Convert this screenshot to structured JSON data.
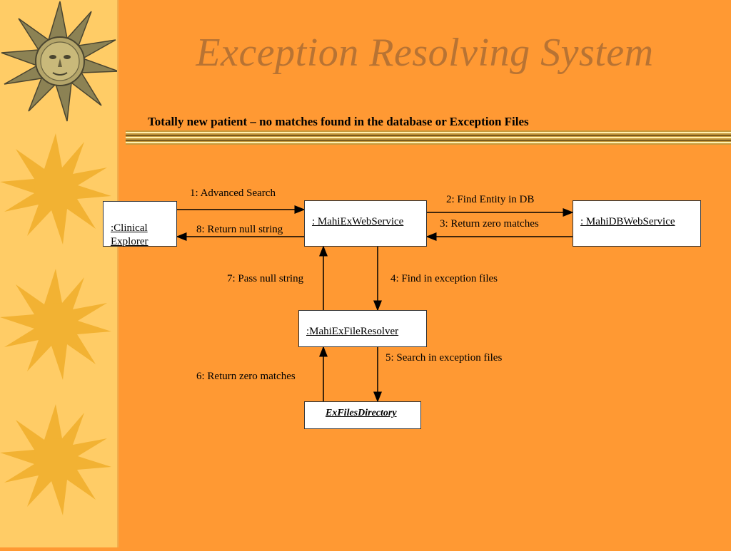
{
  "slide": {
    "title": "Exception Resolving System",
    "subtitle": "Totally new patient – no matches found in the database or Exception Files"
  },
  "objects": {
    "clinical_explorer": {
      "line1": ":Clinical",
      "line2": "Explorer"
    },
    "mahi_ex_web_service": ": MahiExWebService",
    "mahi_db_web_service": ": MahiDBWebService",
    "mahi_ex_file_resolver": ":MahiExFileResolver",
    "ex_files_directory": "ExFilesDirectory"
  },
  "messages": {
    "m1": "1: Advanced Search",
    "m2": "2: Find Entity in DB",
    "m3": "3: Return zero matches",
    "m4": "4: Find in exception files",
    "m5": "5: Search in exception files",
    "m6": "6: Return zero matches",
    "m7": "7: Pass null string",
    "m8": "8: Return null string"
  },
  "colors": {
    "background": "#ff9933",
    "sidebar": "#ffcc66",
    "title": "#b87333",
    "sun_decoration": "#f2b233"
  }
}
